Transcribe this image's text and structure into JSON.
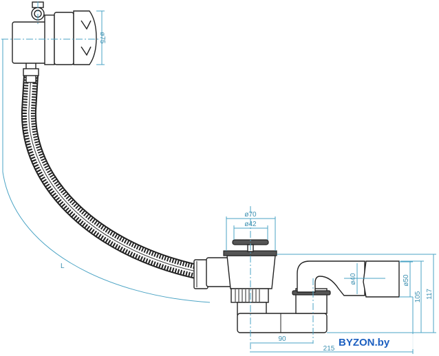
{
  "diagram": {
    "title": "Bath waste and overflow drain — dimensional drawing",
    "dimensions": {
      "overflow_diameter": "ø75",
      "flange_diameter": "ø70",
      "plug_diameter": "ø42",
      "outlet_inner_diameter": "ø40",
      "outlet_outer_diameter": "ø50",
      "height_to_outlet": "105",
      "total_height": "117",
      "drain_to_trap": "90",
      "drain_to_outlet": "215",
      "hose_length": "L"
    },
    "watermark": "BYZON.by",
    "colors": {
      "dimension": "#4aa3c4",
      "watermark": "#1c5fc0",
      "outline": "#222222"
    }
  }
}
